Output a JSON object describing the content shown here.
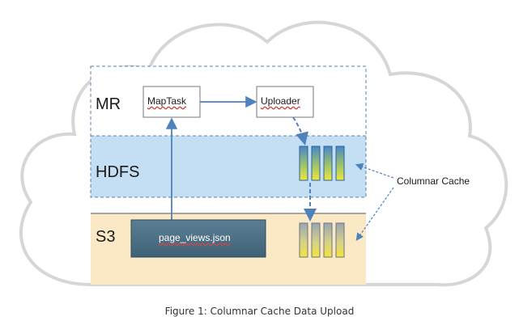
{
  "layers": {
    "mr": "MR",
    "hdfs": "HDFS",
    "s3": "S3"
  },
  "boxes": {
    "maptask": "MapTask",
    "uploader": "Uploader",
    "file": "page_views.json"
  },
  "annotation": "Columnar Cache",
  "caption": "Figure 1: Columnar Cache Data Upload",
  "colors": {
    "mr_band": "#ffffff",
    "hdfs_band": "#c4dff3",
    "s3_band": "#fae9c4",
    "file_box": "#4a6f86",
    "arrow": "#4f81bd",
    "cache_top": "#4a86c8",
    "cache_bottom": "#f0e63a"
  }
}
